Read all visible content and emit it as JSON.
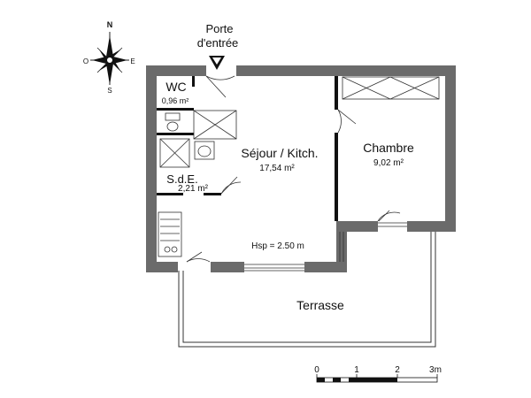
{
  "compass": {
    "n": "N",
    "s": "S",
    "e": "E",
    "w": "O"
  },
  "entrance": {
    "line1": "Porte",
    "line2": "d'entrée"
  },
  "rooms": {
    "wc": {
      "name": "WC",
      "area": "0,96 m²"
    },
    "sejour": {
      "name": "Séjour / Kitch.",
      "area": "17,54 m²"
    },
    "sde": {
      "name": "S.d.E.",
      "area": "2,21 m²"
    },
    "chambre": {
      "name": "Chambre",
      "area": "9,02 m²"
    },
    "terrasse": {
      "name": "Terrasse"
    }
  },
  "ceiling_height": "Hsp = 2.50 m",
  "scale_bar": {
    "labels": [
      "0",
      "1",
      "2",
      "3m"
    ]
  },
  "colors": {
    "wall": "#6b6b6b",
    "line": "#222222",
    "background": "#ffffff"
  }
}
